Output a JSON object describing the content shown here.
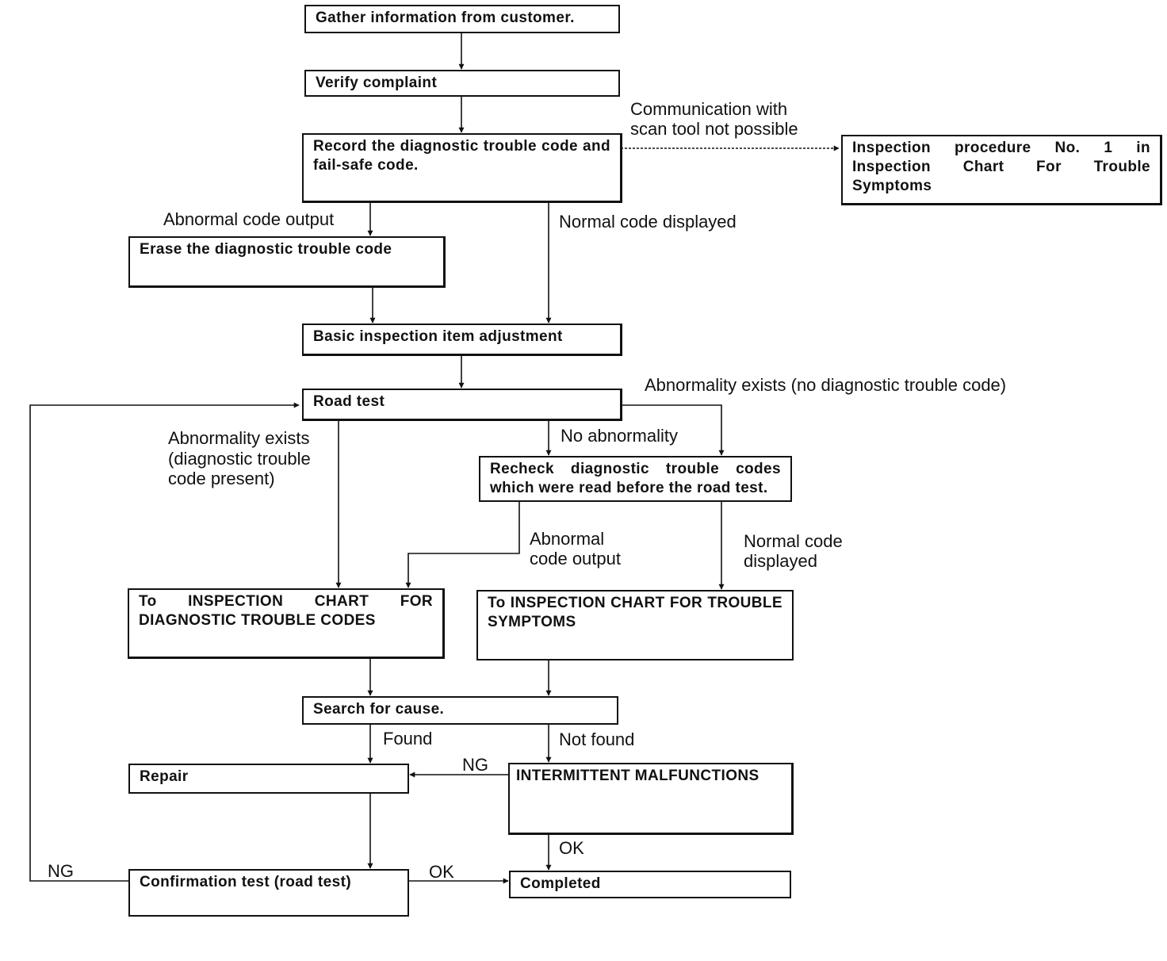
{
  "boxes": {
    "gather": "Gather information from customer.",
    "verify": "Verify complaint",
    "record": "Record the diagnostic trouble code and fail-safe code.",
    "inspection_no1": "Inspection procedure No. 1 in Inspection Chart For Trouble Symptoms",
    "erase": "Erase the diagnostic trouble code",
    "basic": "Basic inspection item adjustment",
    "road_test": "Road test",
    "recheck": "Recheck diagnostic trouble codes which were read before the road test.",
    "chart_dtc": "To INSPECTION CHART FOR DIAGNOSTIC TROUBLE CODES",
    "chart_symptoms": "To INSPECTION CHART FOR TROUBLE SYMPTOMS",
    "search": "Search for cause.",
    "repair": "Repair",
    "intermittent": "INTERMITTENT MALFUNCTIONS",
    "confirmation": "Confirmation test (road test)",
    "completed": "Completed"
  },
  "labels": {
    "comm_line1": "Communication with",
    "comm_line2": "scan tool not possible",
    "abnormal_output": "Abnormal code output",
    "normal_displayed": "Normal code displayed",
    "abn_no_dtc": "Abnormality exists (no diagnostic trouble code)",
    "abn_exists_1": "Abnormality exists",
    "abn_exists_2": "(diagnostic trouble",
    "abn_exists_3": "code present)",
    "no_abnormality": "No abnormality",
    "abn_code_1": "Abnormal",
    "abn_code_2": "code output",
    "normal_code_1": "Normal code",
    "normal_code_2": "displayed",
    "found": "Found",
    "not_found": "Not found",
    "ng_repair": "NG",
    "ok_completed": "OK",
    "ng_loop": "NG",
    "ok_confirm": "OK"
  }
}
